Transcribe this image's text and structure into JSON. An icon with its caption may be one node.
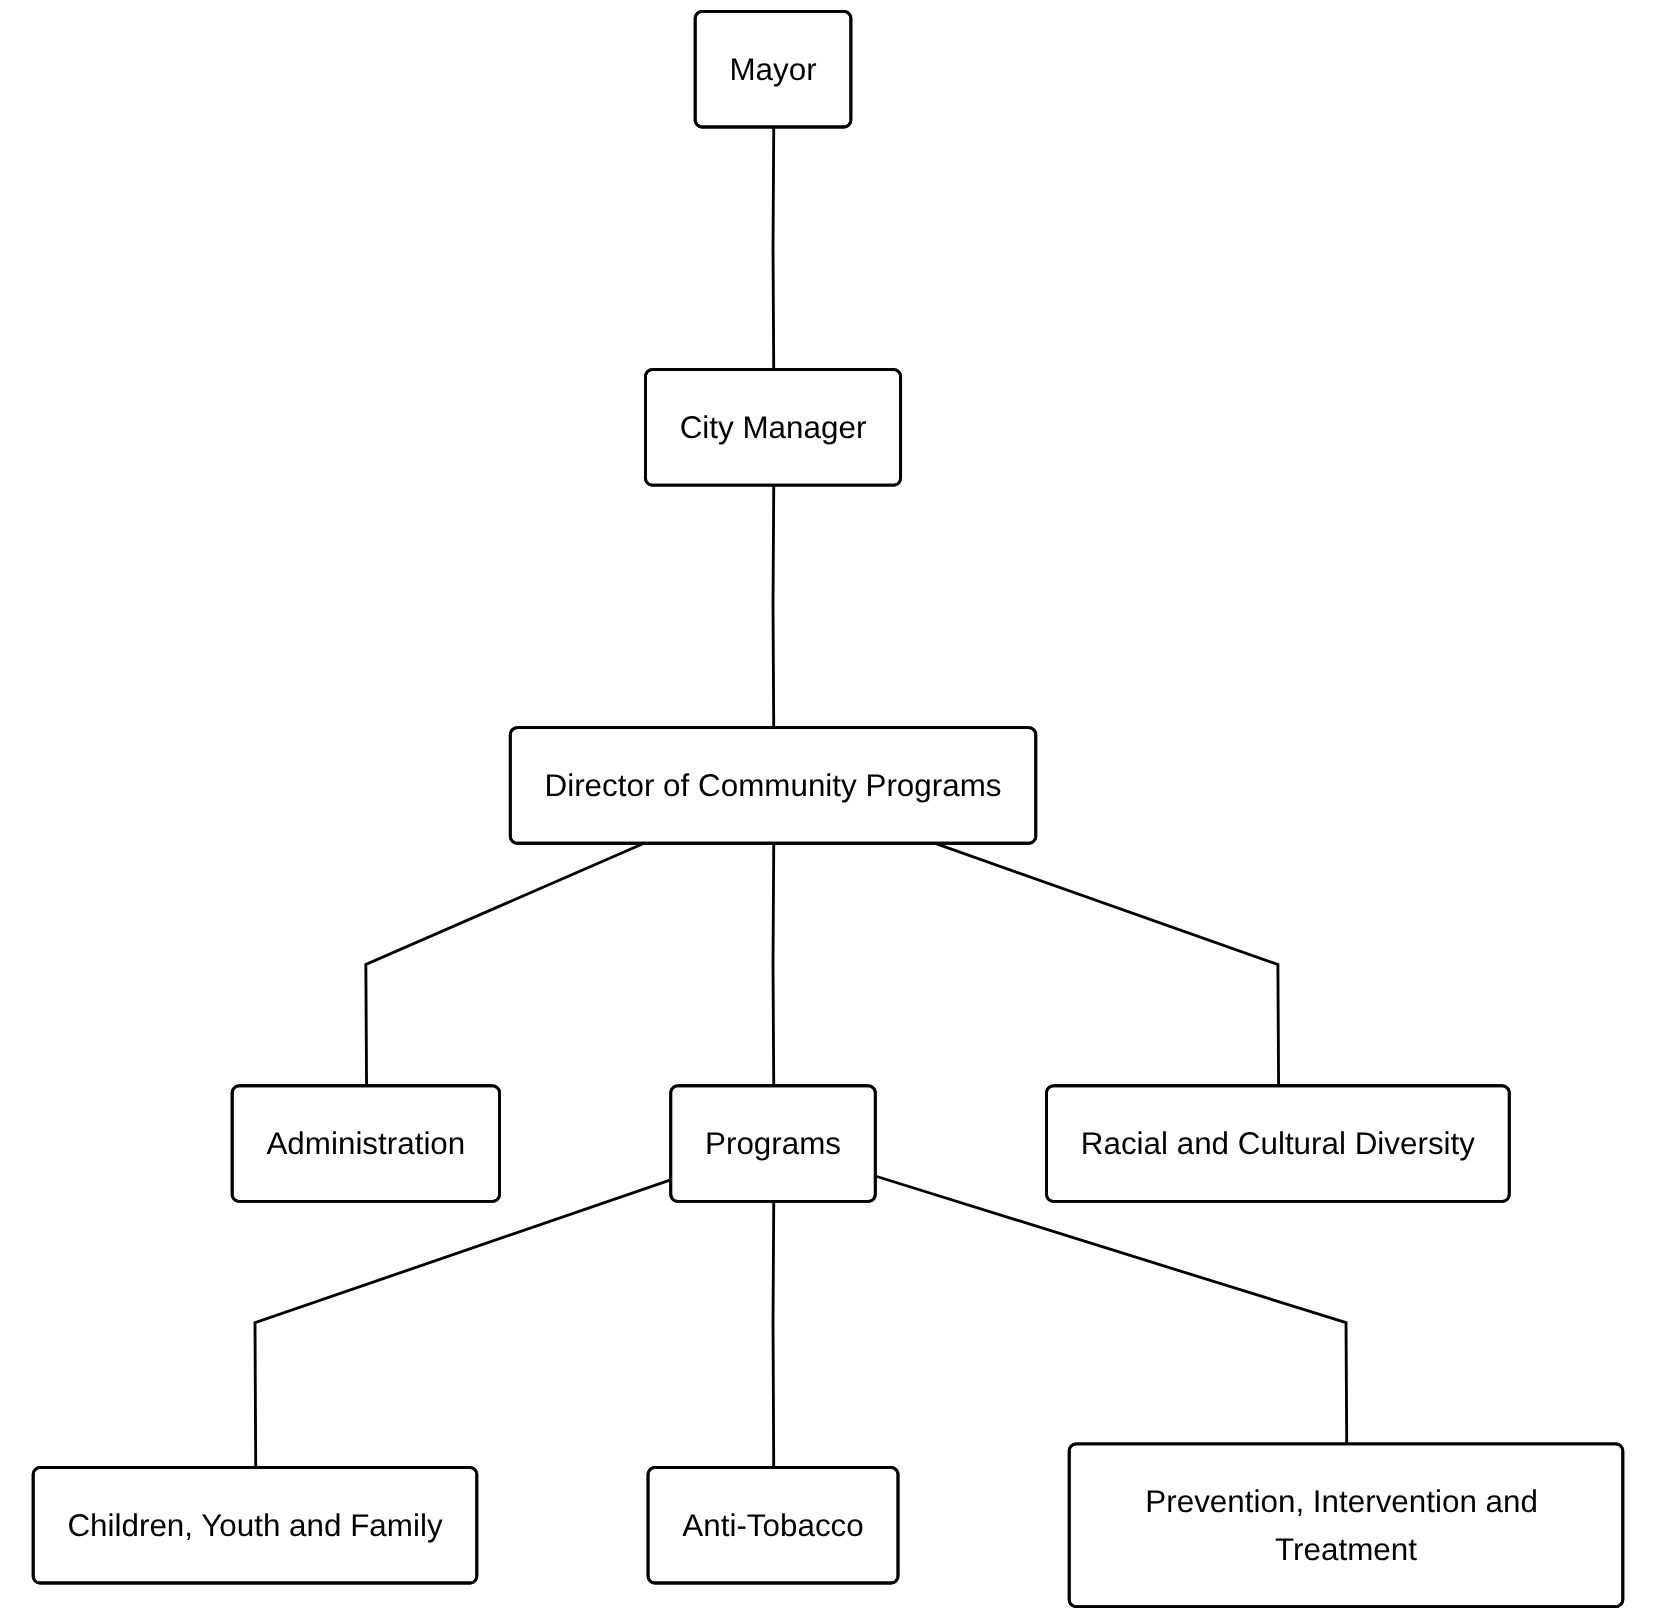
{
  "diagram": {
    "nodes": [
      {
        "text": [
          "Mayor"
        ]
      },
      {
        "text": [
          "City Manager"
        ]
      },
      {
        "text": [
          "Director of Community Programs"
        ]
      },
      {
        "text": [
          "Administration"
        ]
      },
      {
        "text": [
          "Programs"
        ]
      },
      {
        "text": [
          "Racial and Cultural Diversity"
        ]
      },
      {
        "text": [
          "Children, Youth and Family"
        ]
      },
      {
        "text": [
          "Anti-Tobacco"
        ]
      },
      {
        "text": [
          "Prevention, Intervention and Treatment"
        ]
      }
    ],
    "edges": [
      {
        "from": 0,
        "to": 1,
        "arrow": "none"
      },
      {
        "from": 1,
        "to": 2,
        "arrow": "none"
      },
      {
        "from": 2,
        "to": 3,
        "arrow": "none"
      },
      {
        "from": 2,
        "to": 4,
        "arrow": "none"
      },
      {
        "from": 2,
        "to": 5,
        "arrow": "none"
      },
      {
        "from": 4,
        "to": 6,
        "arrow": "none"
      },
      {
        "from": 4,
        "to": 7,
        "arrow": "none"
      },
      {
        "from": 4,
        "to": 8,
        "arrow": "none"
      }
    ]
  }
}
